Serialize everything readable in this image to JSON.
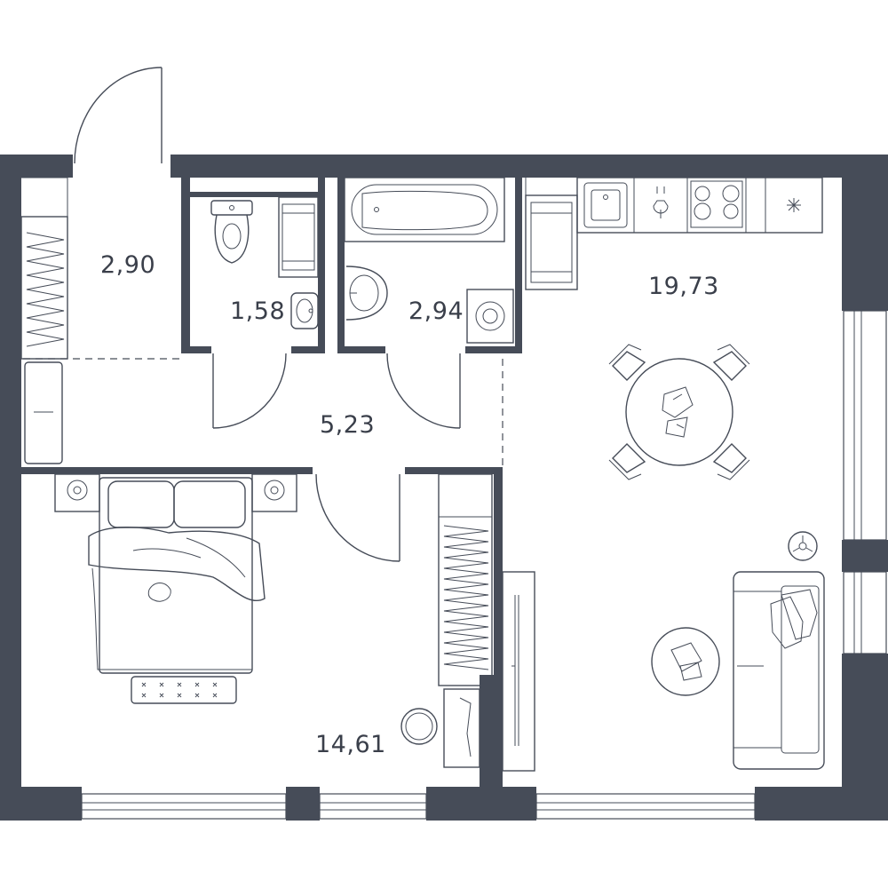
{
  "plan": {
    "rooms": [
      {
        "id": "wardrobe-hall",
        "area": "2,90"
      },
      {
        "id": "toilet",
        "area": "1,58"
      },
      {
        "id": "bathroom",
        "area": "2,94"
      },
      {
        "id": "hallway",
        "area": "5,23"
      },
      {
        "id": "kitchen-living",
        "area": "19,73"
      },
      {
        "id": "bedroom",
        "area": "14,61"
      }
    ],
    "colors": {
      "wall": "#464c58",
      "background": "#ffffff"
    }
  }
}
